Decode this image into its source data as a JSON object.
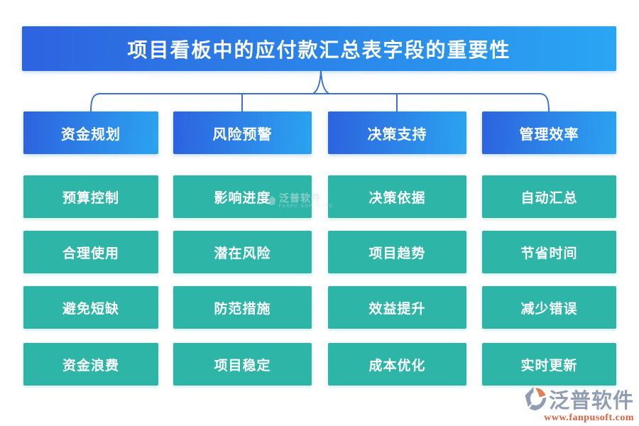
{
  "title": "项目看板中的应付款汇总表字段的重要性",
  "columns": [
    {
      "header": "资金规划",
      "items": [
        "预算控制",
        "合理使用",
        "避免短缺",
        "资金浪费"
      ]
    },
    {
      "header": "风险预警",
      "items": [
        "影响进度",
        "潜在风险",
        "防范措施",
        "项目稳定"
      ]
    },
    {
      "header": "决策支持",
      "items": [
        "决策依据",
        "项目趋势",
        "效益提升",
        "成本优化"
      ]
    },
    {
      "header": "管理效率",
      "items": [
        "自动汇总",
        "节省时间",
        "减少错误",
        "实时更新"
      ]
    }
  ],
  "watermark": {
    "text": "泛普软件",
    "subtext": "FANPU SOFTWARE"
  },
  "logo": {
    "name": "泛普软件",
    "url": "www.fanpusoft.com"
  },
  "colors": {
    "header_gradient_start": "#2d63df",
    "header_gradient_end": "#2ba3f0",
    "item_teal": "#2db5a8",
    "connector_blue": "#3a72d4",
    "logo_gray": "#909db2",
    "logo_orange": "#e08257",
    "url_orange": "#e0603c",
    "text_white": "#ffffff"
  }
}
